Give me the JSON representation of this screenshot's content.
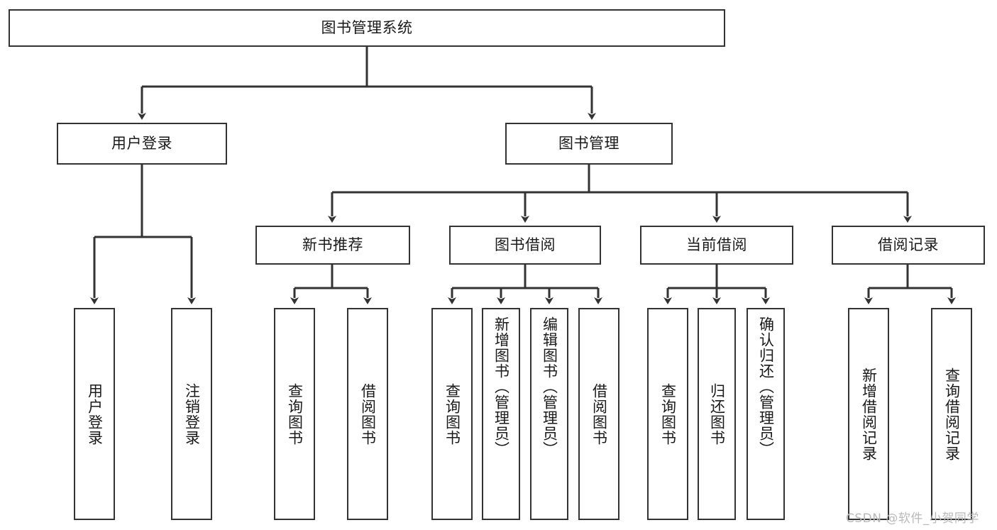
{
  "diagram": {
    "title": "图书管理系统",
    "type": "tree-hierarchy",
    "root": {
      "label": "图书管理系统"
    },
    "level1": [
      {
        "label": "用户登录"
      },
      {
        "label": "图书管理"
      }
    ],
    "level2": [
      {
        "label": "新书推荐"
      },
      {
        "label": "图书借阅"
      },
      {
        "label": "当前借阅"
      },
      {
        "label": "借阅记录"
      }
    ],
    "leaves": {
      "user_login": [
        {
          "label": "用户登录"
        },
        {
          "label": "注销登录"
        }
      ],
      "new_book_recommend": [
        {
          "label": "查询图书"
        },
        {
          "label": "借阅图书"
        }
      ],
      "book_borrow": [
        {
          "label": "查询图书"
        },
        {
          "label": "新增图书（管理员）"
        },
        {
          "label": "编辑图书（管理员）"
        },
        {
          "label": "借阅图书"
        }
      ],
      "current_borrow": [
        {
          "label": "查询图书"
        },
        {
          "label": "归还图书"
        },
        {
          "label": "确认归还（管理员）"
        }
      ],
      "borrow_record": [
        {
          "label": "新增借阅记录"
        },
        {
          "label": "查询借阅记录"
        }
      ]
    }
  },
  "colors": {
    "stroke": "#333333",
    "fill": "#ffffff",
    "text": "#1a1a1a",
    "watermark": "#b9b9b9"
  },
  "watermark": {
    "text": "CSDN @软件_小贺同学"
  }
}
